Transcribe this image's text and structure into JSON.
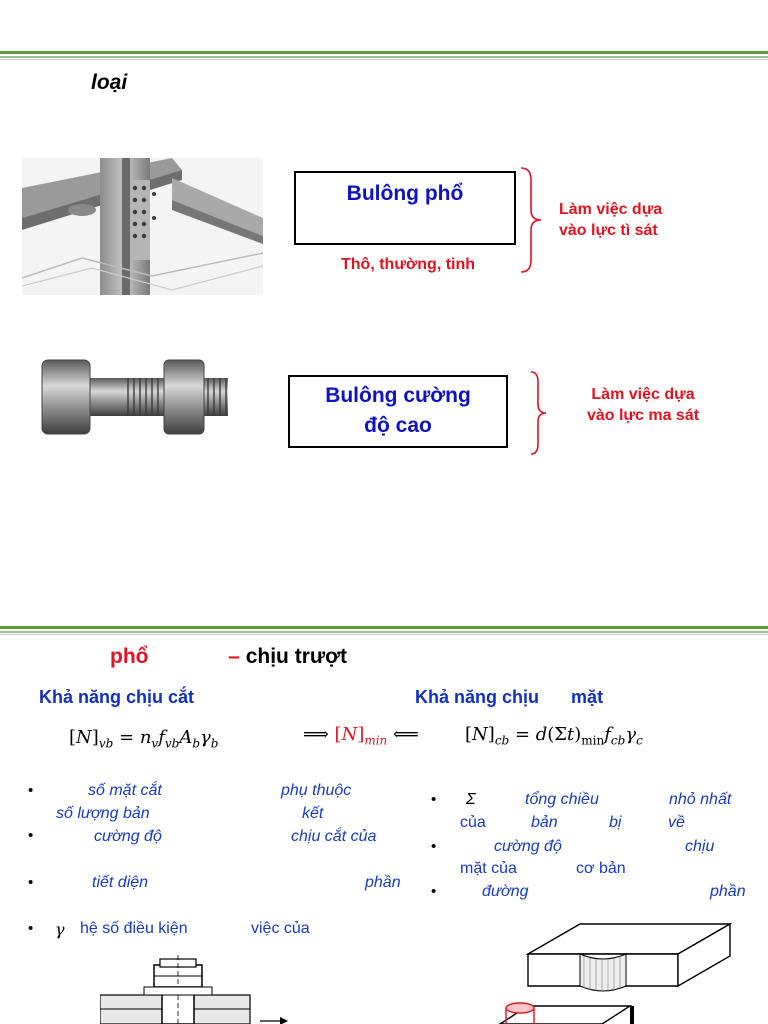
{
  "slide1": {
    "heading": "loại",
    "box1_label": "Bulông phổ",
    "box1_sub": "Thô, thường, tinh",
    "note1_line1": "Làm việc dựa",
    "note1_line2": "vào lực tì sát",
    "box2_line1": "Bulông cường",
    "box2_line2": "độ cao",
    "note2_line1": "Làm việc dựa",
    "note2_line2": "vào lực ma sát"
  },
  "slide2": {
    "title_red": "phổ",
    "title_rest": "– chịu trượt",
    "left_heading": "Khả năng chịu cắt",
    "right_heading_a": "Khả năng chịu",
    "right_heading_b": "mặt",
    "formula_left": "[N]vb = nv fvb Ab γb",
    "formula_mid": "[N]min",
    "formula_right": "[N]cb = d(Σt)min fcb γc",
    "left_bullets": {
      "b1_a": "số  mặt  cắt",
      "b1_b": "phụ  thuộc",
      "b1_c": "số lượng bản",
      "b1_d": "kết",
      "b2_a": "cường  độ",
      "b2_b": "chịu  cắt  của",
      "b3_a": "tiết  diện",
      "b3_b": "phần",
      "b4_sym": "γ",
      "b4_a": "hệ số điều kiện",
      "b4_b": "việc của"
    },
    "right_bullets": {
      "b1_sym": "Σ",
      "b1_a": "tổng  chiều",
      "b1_b": "nhỏ  nhất",
      "b1_c": "của",
      "b1_d": "bản",
      "b1_e": "bị",
      "b1_f": "về",
      "b2_a": "cường  độ",
      "b2_b": "chịu",
      "b2_c": "mặt của",
      "b2_d": "cơ bản",
      "b3_a": "đường",
      "b3_b": "phần"
    }
  },
  "colors": {
    "green_rule": "#5a9e3a",
    "blue_text": "#1030c8",
    "red_text": "#e8101e"
  }
}
